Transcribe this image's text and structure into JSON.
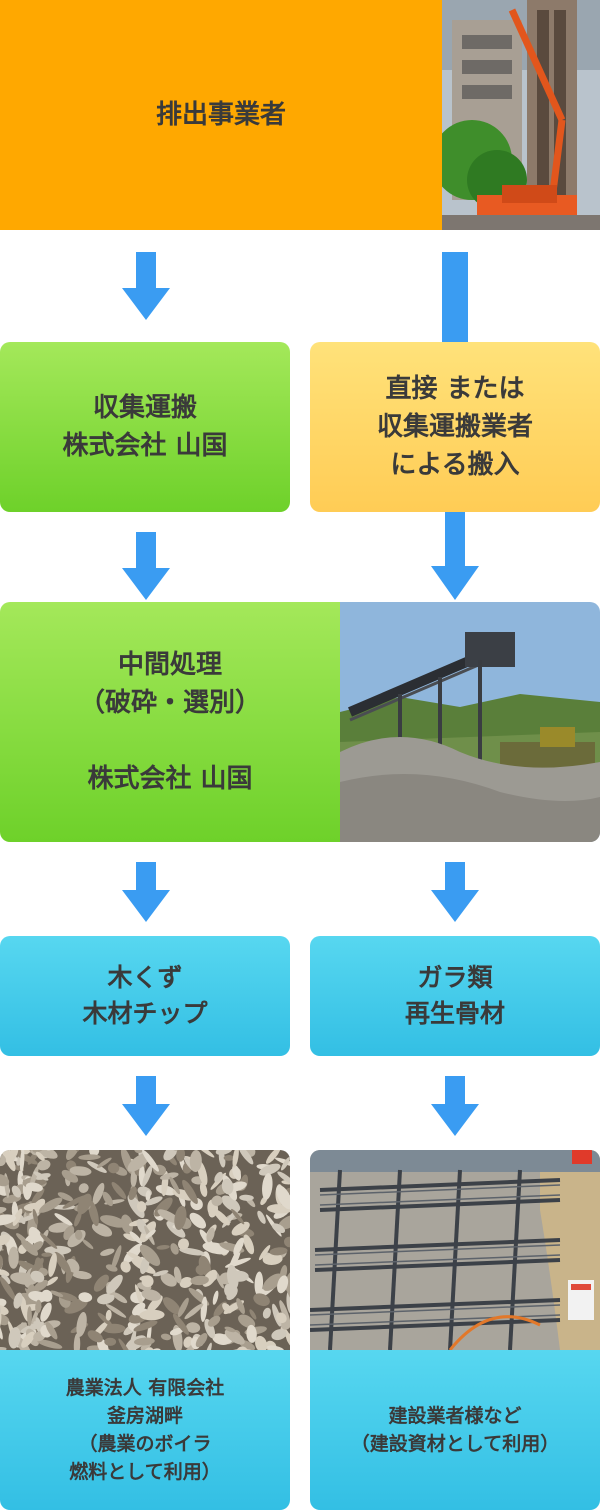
{
  "steps": {
    "discharger": "排出事業者",
    "collection": "収集運搬\n株式会社 山国",
    "direct": "直接 または\n収集運搬業者\nによる搬入",
    "processing": "中間処理\n（破砕・選別）\n\n株式会社 山国",
    "woodchips": "木くず\n木材チップ",
    "rubble": "ガラ類\n再生骨材",
    "farm": "農業法人 有限会社\n釜房湖畔\n（農業のボイラ\n燃料として利用）",
    "builders": "建設業者様など\n（建設資材として利用）"
  },
  "colors": {
    "orange": "#ffa800",
    "green": "#7ed83a",
    "yellow": "#ffd766",
    "cyan": "#45cbe9",
    "arrow": "#3a9cf2"
  }
}
